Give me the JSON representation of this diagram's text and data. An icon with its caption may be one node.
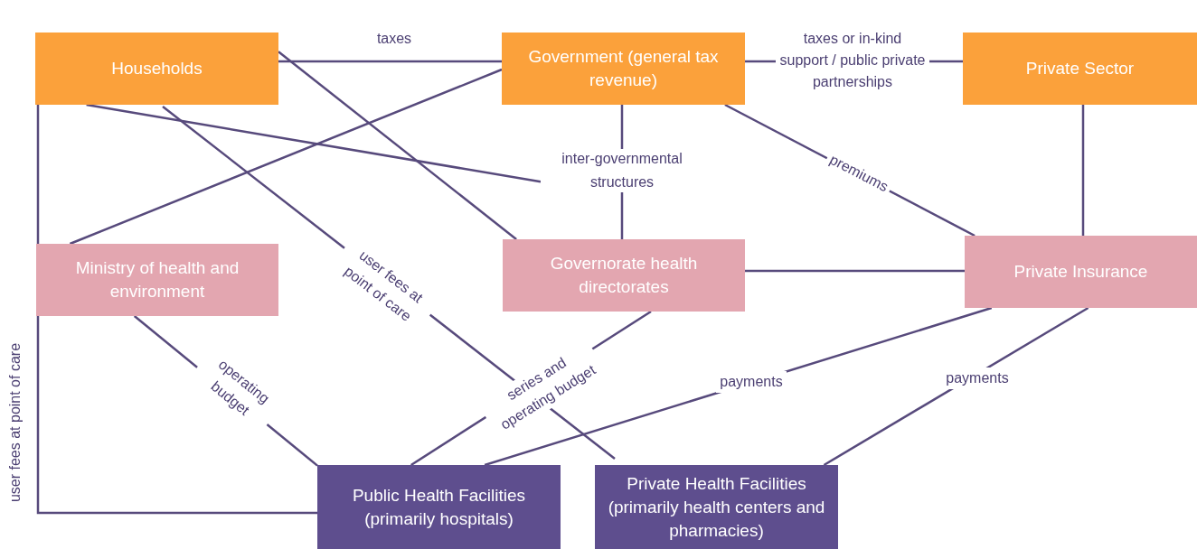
{
  "diagram": {
    "nodes": [
      {
        "text": [
          "Households"
        ]
      },
      {
        "text": [
          "Government (general tax revenue)"
        ]
      },
      {
        "text": [
          "Private Sector"
        ]
      },
      {
        "text": [
          "Ministry of health and environment"
        ]
      },
      {
        "text": [
          "Governorate health directorates"
        ]
      },
      {
        "text": [
          "Private Insurance"
        ]
      },
      {
        "text": [
          "Public Health Facilities (primarily hospitals)"
        ]
      },
      {
        "text": [
          "Private Health Facilities (primarily health centers and pharmacies)"
        ]
      },
      {
        "text": [
          "inter-governmental structures"
        ]
      }
    ],
    "edges": [
      {
        "from": 0,
        "to": 1,
        "arrow": "none",
        "label": "taxes"
      },
      {
        "from": 1,
        "to": 2,
        "arrow": "none",
        "label": "taxes or in-kind support / public private partnerships"
      },
      {
        "from": 0,
        "to": 4,
        "arrow": "none"
      },
      {
        "from": 0,
        "to": 8,
        "arrow": "none"
      },
      {
        "from": 0,
        "to": 7,
        "arrow": "none",
        "label": "user fees at point of care"
      },
      {
        "from": 1,
        "to": 3,
        "arrow": "none"
      },
      {
        "from": 0,
        "to": 3,
        "arrow": "none"
      },
      {
        "from": 1,
        "to": 5,
        "arrow": "none",
        "label": "premiums"
      },
      {
        "from": 2,
        "to": 5,
        "arrow": "none"
      },
      {
        "from": 4,
        "to": 5,
        "arrow": "none"
      },
      {
        "from": 3,
        "to": 6,
        "arrow": "none",
        "label": "operating budget"
      },
      {
        "from": 3,
        "to": 6,
        "arrow": "none",
        "label": "user fees at point of care"
      },
      {
        "from": 4,
        "to": 6,
        "arrow": "none",
        "label": "series and operating budget"
      },
      {
        "from": 5,
        "to": 6,
        "arrow": "none",
        "label": "payments"
      },
      {
        "from": 5,
        "to": 7,
        "arrow": "none",
        "label": "payments"
      },
      {
        "from": 1,
        "to": 8,
        "arrow": "none"
      },
      {
        "from": 8,
        "to": 4,
        "arrow": "none"
      }
    ]
  }
}
